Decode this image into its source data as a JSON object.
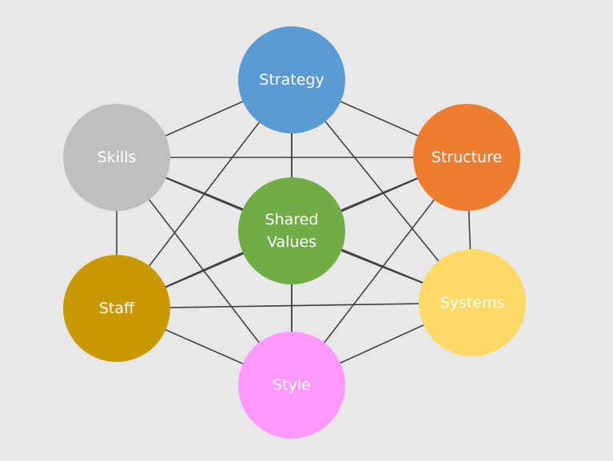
{
  "diagram": {
    "nodes": [
      {
        "id": "strategy",
        "lines": [
          "Strategy"
        ],
        "color": "#5b9bd5"
      },
      {
        "id": "structure",
        "lines": [
          "Structure"
        ],
        "color": "#ed7d31"
      },
      {
        "id": "systems",
        "lines": [
          "Systems"
        ],
        "color": "#ffd966"
      },
      {
        "id": "style",
        "lines": [
          "Style"
        ],
        "color": "#ff99ff"
      },
      {
        "id": "staff",
        "lines": [
          "Staff"
        ],
        "color": "#c89a00"
      },
      {
        "id": "skills",
        "lines": [
          "Skills"
        ],
        "color": "#bfbfbf"
      },
      {
        "id": "shared-values",
        "lines": [
          "Shared",
          "Values"
        ],
        "color": "#70ad47"
      }
    ],
    "edges": [
      [
        "strategy",
        "structure"
      ],
      [
        "strategy",
        "systems"
      ],
      [
        "strategy",
        "style"
      ],
      [
        "strategy",
        "staff"
      ],
      [
        "strategy",
        "skills"
      ],
      [
        "strategy",
        "shared-values"
      ],
      [
        "structure",
        "systems"
      ],
      [
        "structure",
        "style"
      ],
      [
        "structure",
        "staff"
      ],
      [
        "structure",
        "skills"
      ],
      [
        "structure",
        "shared-values"
      ],
      [
        "systems",
        "style"
      ],
      [
        "systems",
        "staff"
      ],
      [
        "systems",
        "skills"
      ],
      [
        "systems",
        "shared-values"
      ],
      [
        "style",
        "staff"
      ],
      [
        "style",
        "skills"
      ],
      [
        "style",
        "shared-values"
      ],
      [
        "staff",
        "skills"
      ],
      [
        "staff",
        "shared-values"
      ],
      [
        "skills",
        "shared-values"
      ]
    ],
    "edge_color": "#404040"
  }
}
